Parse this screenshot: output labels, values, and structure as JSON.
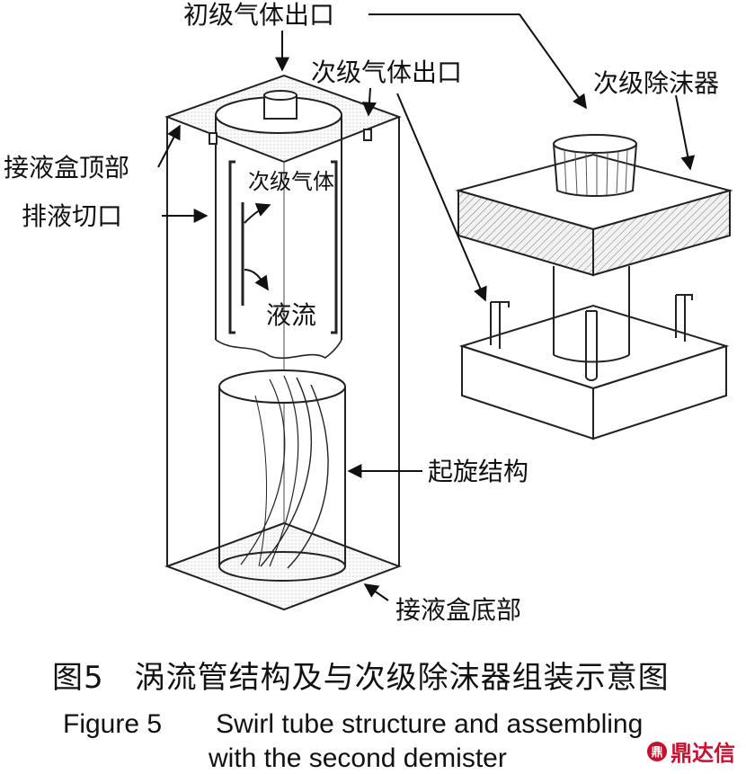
{
  "labels": {
    "primary_gas_outlet": "初级气体出口",
    "secondary_gas_outlet": "次级气体出口",
    "secondary_demister": "次级除沫器",
    "box_top": "接液盒顶部",
    "drain_slot": "排液切口",
    "secondary_gas": "次级气体",
    "liquid_flow": "液流",
    "swirl_structure": "起旋结构",
    "box_bottom": "接液盒底部"
  },
  "caption": {
    "zh_number": "图5",
    "zh_title": "涡流管结构及与次级除沫器组装示意图",
    "en_number": "Figure 5",
    "en_title_line1": "Swirl tube structure and assembling",
    "en_title_line2": "with the second demister"
  },
  "watermark": {
    "text": "鼎达信",
    "icon": "logo-icon",
    "color": "#c8102e"
  }
}
